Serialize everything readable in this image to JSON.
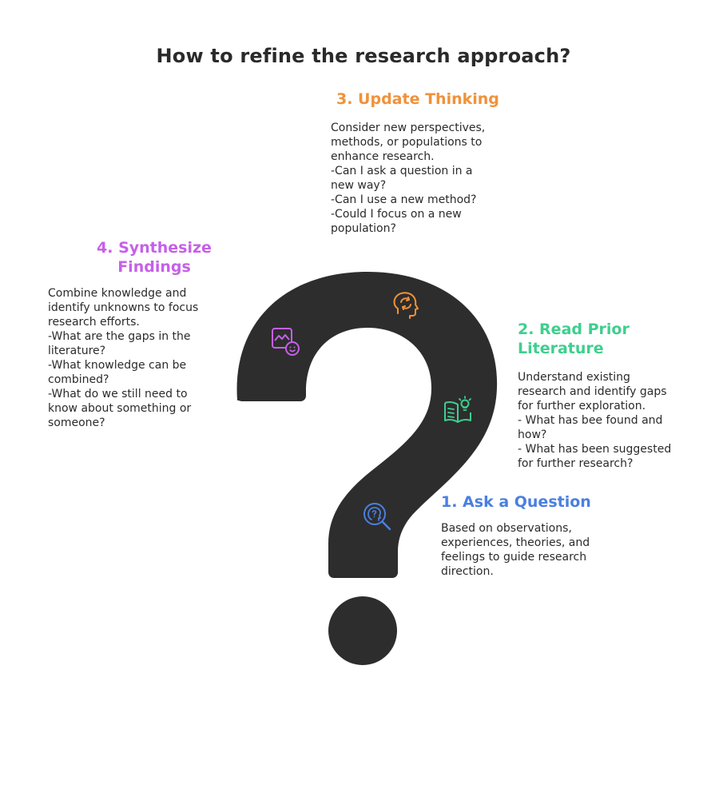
{
  "title": "How to refine the research approach?",
  "colors": {
    "shape": "#2d2d2d",
    "step1": "#4a7fe0",
    "step2": "#3ecf8e",
    "step3": "#f0923a",
    "step4": "#c660e8"
  },
  "steps": [
    {
      "title": "1. Ask a Question",
      "description": "Based on observations,\nexperiences, theories, and\nfeelings to guide research\ndirection.",
      "icon": "question-search-icon"
    },
    {
      "title": "2. Read Prior\nLiterature",
      "description": "Understand existing\nresearch and identify gaps\nfor further exploration.\n- What has bee found and\nhow?\n- What has been suggested\nfor further research?",
      "icon": "book-lightbulb-icon"
    },
    {
      "title": "3. Update Thinking",
      "description": "Consider new perspectives,\nmethods, or populations to\nenhance research.\n-Can I ask a question in a\nnew way?\n-Can I use a new method?\n-Could I focus on a new\npopulation?",
      "icon": "head-refresh-icon"
    },
    {
      "title": "4. Synthesize\nFindings",
      "description": "Combine knowledge and\nidentify unknowns to focus\nresearch efforts.\n-What are the gaps in the\nliterature?\n-What knowledge can be\ncombined?\n-What do we still need to\nknow about something or\nsomeone?",
      "icon": "puzzle-face-icon"
    }
  ]
}
